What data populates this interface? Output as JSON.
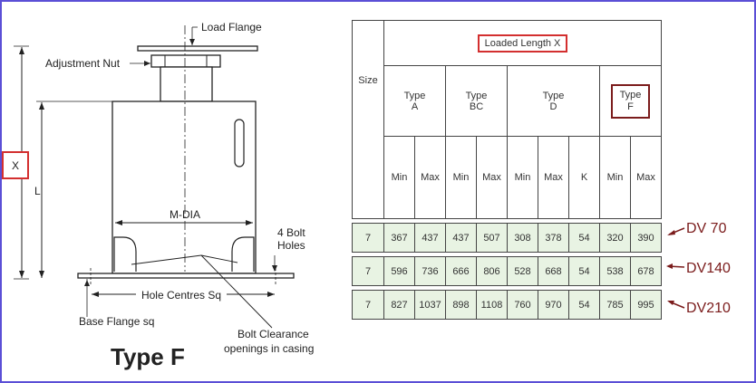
{
  "diagram": {
    "load_flange": "Load Flange",
    "adjustment_nut": "Adjustment Nut",
    "x_label": "X",
    "l_label": "L",
    "m_dia": "M-DIA",
    "bolt_holes_1": "4 Bolt",
    "bolt_holes_2": "Holes",
    "hole_centres": "Hole Centres Sq",
    "base_flange": "Base Flange sq",
    "bolt_clearance_1": "Bolt Clearance",
    "bolt_clearance_2": "openings in casing",
    "type_title": "Type F"
  },
  "table": {
    "size_header": "Size",
    "loaded_length": "Loaded Length X",
    "types": [
      {
        "line1": "Type",
        "line2": "A"
      },
      {
        "line1": "Type",
        "line2": "BC"
      },
      {
        "line1": "Type",
        "line2": "D"
      },
      {
        "line1": "Type",
        "line2": "F"
      }
    ],
    "sub": [
      "Min",
      "Max",
      "Min",
      "Max",
      "Min",
      "Max",
      "K",
      "Min",
      "Max"
    ],
    "rows": [
      {
        "size": "7",
        "vals": [
          "367",
          "437",
          "437",
          "507",
          "308",
          "378",
          "54",
          "320",
          "390"
        ]
      },
      {
        "size": "7",
        "vals": [
          "596",
          "736",
          "666",
          "806",
          "528",
          "668",
          "54",
          "538",
          "678"
        ]
      },
      {
        "size": "7",
        "vals": [
          "827",
          "1037",
          "898",
          "1108",
          "760",
          "970",
          "54",
          "785",
          "995"
        ]
      }
    ]
  },
  "annotations": {
    "dv70": "DV 70",
    "dv140": "DV140",
    "dv210": "DV210",
    "accent": "#7b1c1c",
    "highlight": "#d32f2f"
  }
}
